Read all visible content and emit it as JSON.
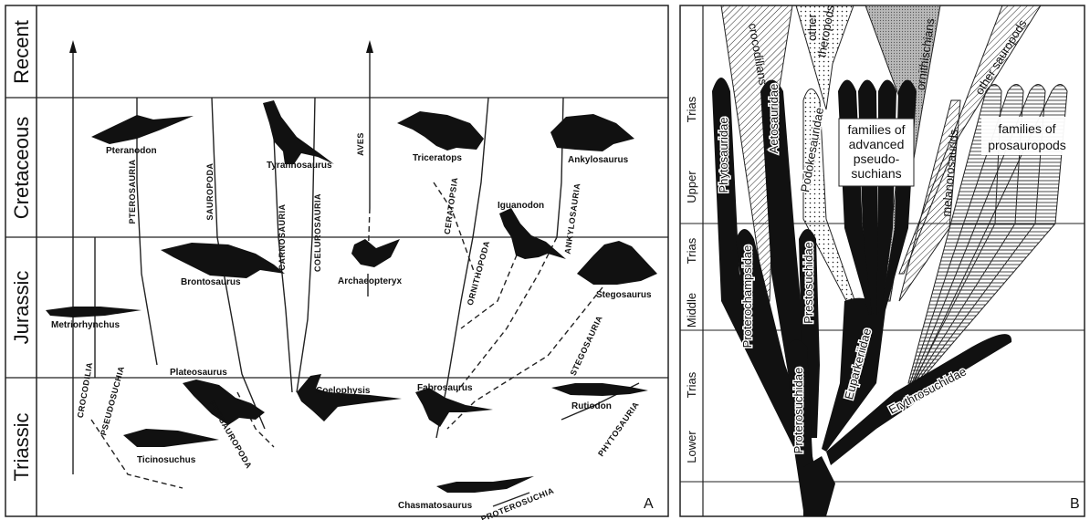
{
  "panel_a": {
    "label": "A",
    "periods": {
      "recent": "Recent",
      "cretaceous": "Cretaceous",
      "jurassic": "Jurassic",
      "triassic": "Triassic"
    },
    "animals": {
      "pteranodon": "Pteranodon",
      "tyrannosaurus": "Tyrannosaurus",
      "triceratops": "Triceratops",
      "ankylosaurus": "Ankylosaurus",
      "iguanodon": "Iguanodon",
      "brontosaurus": "Brontosaurus",
      "archaeopteryx": "Archaeopteryx",
      "stegosaurus": "Stegosaurus",
      "metriorhynchus": "Metriorhynchus",
      "plateosaurus": "Plateosaurus",
      "coelophysis": "Coelophysis",
      "fabrosaurus": "Fabrosaurus",
      "rutiodon": "Rutiodon",
      "ticinosuchus": "Ticinosuchus",
      "chasmatosaurus": "Chasmatosaurus"
    },
    "groups": {
      "pterosauria": "PTEROSAURIA",
      "sauropoda": "SAUROPODA",
      "carnosauria": "CARNOSAURIA",
      "coelurosauria": "COELUROSAURIA",
      "aves": "AVES",
      "ceratopsia": "CERATOPSIA",
      "ornithopoda": "ORNITHOPODA",
      "ankylosauria": "ANKYLOSAURIA",
      "stegosauria": "STEGOSAURIA",
      "crocodilia": "CROCODILIA",
      "pseudosuchia": "PSEUDOSUCHIA",
      "prosauropoda": "PROSAUROPODA",
      "phytosauria": "PHYTOSAURIA",
      "proterosuchia": "PROTEROSUCHIA"
    }
  },
  "panel_b": {
    "label": "B",
    "row_labels": {
      "upper_trias": "Trias",
      "upper": "Upper",
      "middle_trias": "Trias",
      "middle": "Middle",
      "lower_trias": "Trias",
      "lower": "Lower"
    },
    "branches": {
      "phytosauridae": "Phytosauridae",
      "crocodilians": "crocodilians",
      "aetosauridae": "Aetosauridae",
      "other_theropods_1": "other",
      "other_theropods_2": "theropods",
      "podokesauridae": "Podokesauridae",
      "ornithischians": "ornithischians",
      "melanorosaurids": "melanorosaurids",
      "other_sauropods": "other sauropods",
      "advanced_1": "families of",
      "advanced_2": "advanced",
      "advanced_3": "pseudo-",
      "advanced_4": "suchians",
      "prosauropods_1": "families of",
      "prosauropods_2": "prosauropods",
      "proterochampsidae": "Proterochampsidae",
      "prestosuchidae": "Prestosuchidae",
      "proterosuchidae": "Proterosuchidae",
      "euparkeriidae": "Euparkeriidae",
      "erythrosuchidae": "Erythrosuchidae"
    }
  }
}
